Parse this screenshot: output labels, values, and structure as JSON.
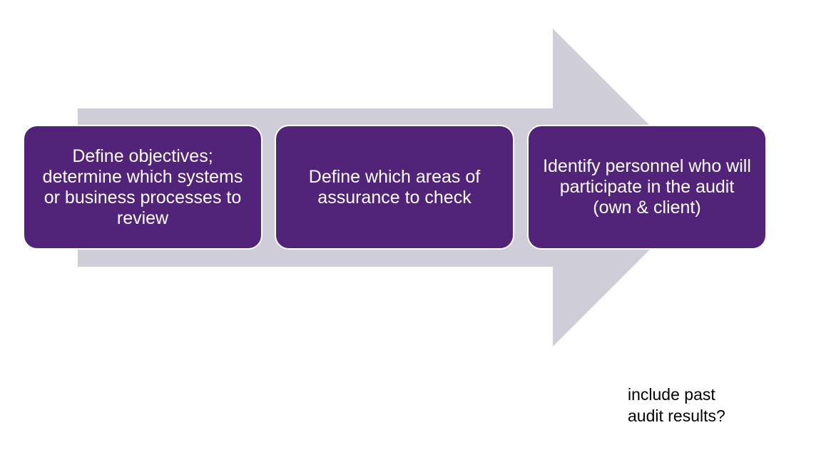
{
  "colors": {
    "arrow": "#cfcdd8",
    "step_fill": "#522479",
    "step_text": "#ffffff",
    "note_text": "#000000"
  },
  "steps": [
    {
      "label": "Define objectives; determine which systems or business processes to review"
    },
    {
      "label": "Define which areas of assurance to check"
    },
    {
      "label": "Identify personnel who will participate in the audit (own & client)"
    }
  ],
  "note": "include past\naudit results?"
}
